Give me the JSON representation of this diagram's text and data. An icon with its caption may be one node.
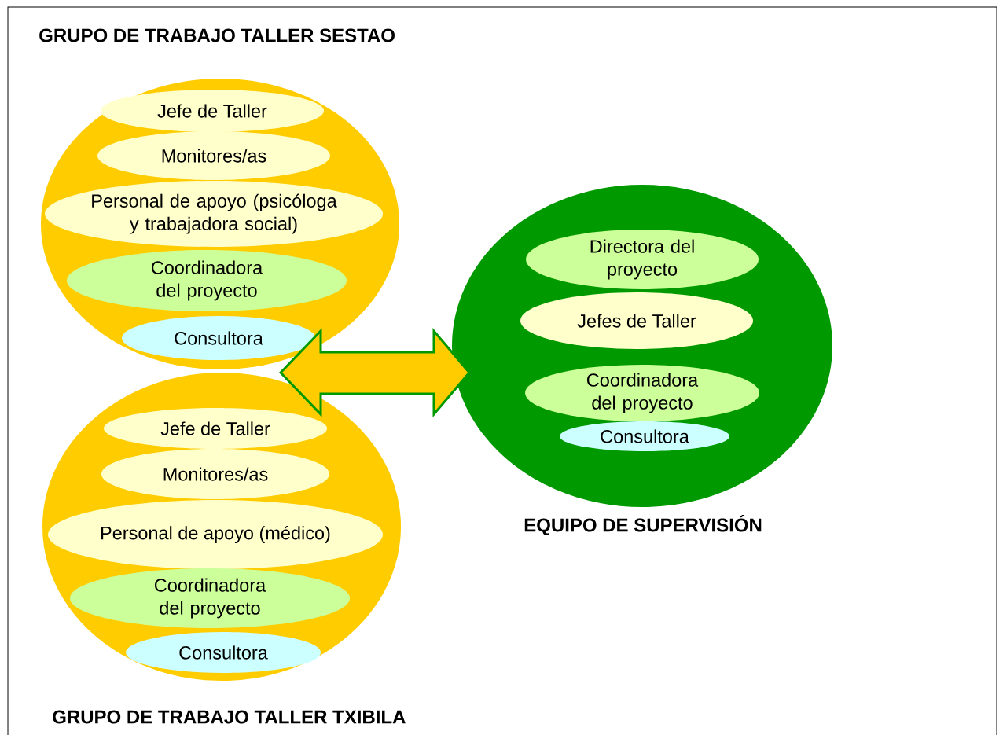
{
  "diagram": {
    "nodes": [
      {
        "text": [
          "GRUPO DE TRABAJO TALLER SESTAO"
        ]
      },
      {
        "text": [
          "Jefe de Taller"
        ],
        "in": 0
      },
      {
        "text": [
          "Monitores/as"
        ],
        "in": 0
      },
      {
        "text": [
          "Personal de apoyo (psicóloga y trabajadora social)"
        ],
        "in": 0
      },
      {
        "text": [
          "Coordinadora del proyecto"
        ],
        "in": 0
      },
      {
        "text": [
          "Consultora"
        ],
        "in": 0
      },
      {
        "text": [
          "GRUPO DE TRABAJO TALLER TXIBILA"
        ]
      },
      {
        "text": [
          "Jefe de Taller"
        ],
        "in": 6
      },
      {
        "text": [
          "Monitores/as"
        ],
        "in": 6
      },
      {
        "text": [
          "Personal de apoyo (médico)"
        ],
        "in": 6
      },
      {
        "text": [
          "Coordinadora del proyecto"
        ],
        "in": 6
      },
      {
        "text": [
          "Consultora"
        ],
        "in": 6
      },
      {
        "text": [
          "EQUIPO DE SUPERVISIÓN"
        ]
      },
      {
        "text": [
          "Directora del proyecto"
        ],
        "in": 12
      },
      {
        "text": [
          "Jefes de Taller"
        ],
        "in": 12
      },
      {
        "text": [
          "Coordinadora del proyecto"
        ],
        "in": 12
      },
      {
        "text": [
          "Consultora"
        ],
        "in": 12
      }
    ],
    "edges": [
      {
        "from": 0,
        "to": 12,
        "arrow": "both",
        "style": "thick"
      },
      {
        "from": 6,
        "to": 12,
        "arrow": "both",
        "style": "thick"
      }
    ]
  }
}
